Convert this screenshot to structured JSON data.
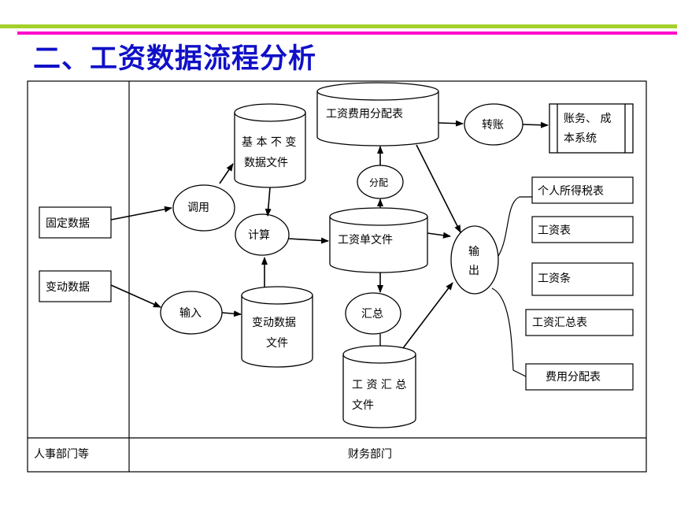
{
  "title": "二、工资数据流程分析",
  "lanes": {
    "left": "人事部门等",
    "right": "财务部门"
  },
  "sources": {
    "fixed": "固定数据",
    "change": "变动数据"
  },
  "processes": {
    "call": "调用",
    "input": "输入",
    "calc": "计算",
    "alloc": "分配",
    "summary": "汇总",
    "transfer": "转账",
    "output_1": "输",
    "output_2": "出"
  },
  "files": {
    "basic_1": "基 本 不 变",
    "basic_2": "数据文件",
    "change_1": "变动数据",
    "change_2": "文件",
    "alloc_table": "工资费用分配表",
    "payroll": "工资单文件",
    "sumfile_1": "工 资 汇 总",
    "sumfile_2": "文件"
  },
  "external": {
    "line1": "账务、 成",
    "line2": "本系统"
  },
  "outputs": [
    "个人所得税表",
    "工资表",
    "工资条",
    "工资汇总表",
    "费用分配表"
  ]
}
